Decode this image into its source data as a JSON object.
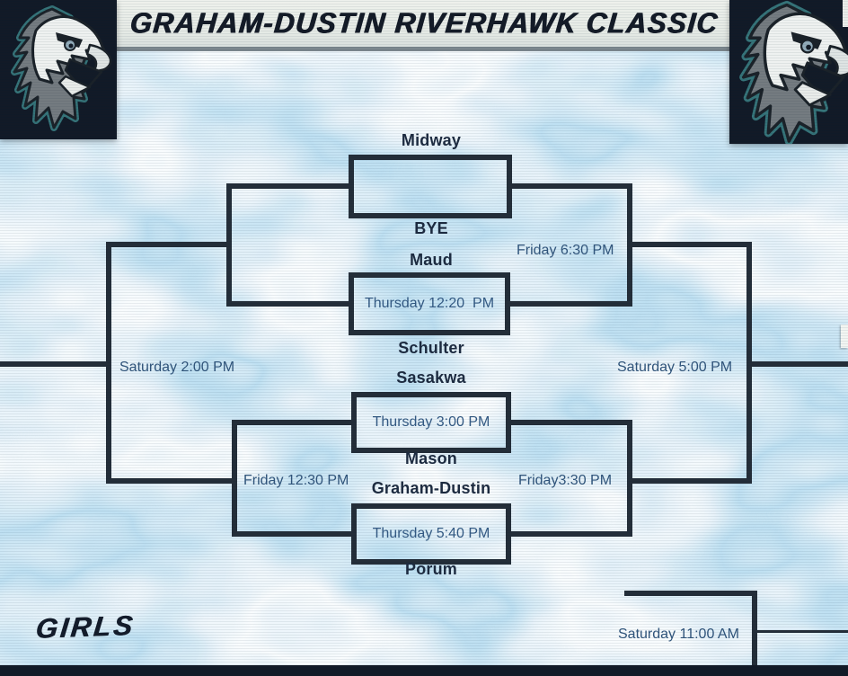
{
  "title": "GRAHAM-DUSTIN RIVERHAWK CLASSIC",
  "division": "GIRLS",
  "logo": {
    "name": "riverhawk-eagle"
  },
  "bracket": {
    "round1": [
      {
        "top_team": "Midway",
        "bottom_team": "BYE",
        "time": ""
      },
      {
        "top_team": "Maud",
        "bottom_team": "Schulter",
        "time": "Thursday 12:20  PM"
      },
      {
        "top_team": "Sasakwa",
        "bottom_team": "Mason",
        "time": "Thursday 3:00 PM"
      },
      {
        "top_team": "Graham-Dustin",
        "bottom_team": "Porum",
        "time": "Thursday 5:40 PM"
      }
    ],
    "labels": {
      "winners_semi_top": "Friday 6:30 PM",
      "winners_semi_bottom": "Friday3:30 PM",
      "winners_final": "Saturday 5:00 PM",
      "consolation_semi_bottom": "Friday 12:30 PM",
      "consolation_final": "Saturday 2:00 PM",
      "extra_game": "Saturday 11:00 AM"
    }
  },
  "colors": {
    "corner_navy": "#0a1320",
    "line": "#1d2733",
    "team_text": "#16243a",
    "time_text": "#2a5078",
    "band": "#e7ebe6",
    "marble_blue": "#5aa8d8",
    "marble_light": "#eaf4fa"
  }
}
